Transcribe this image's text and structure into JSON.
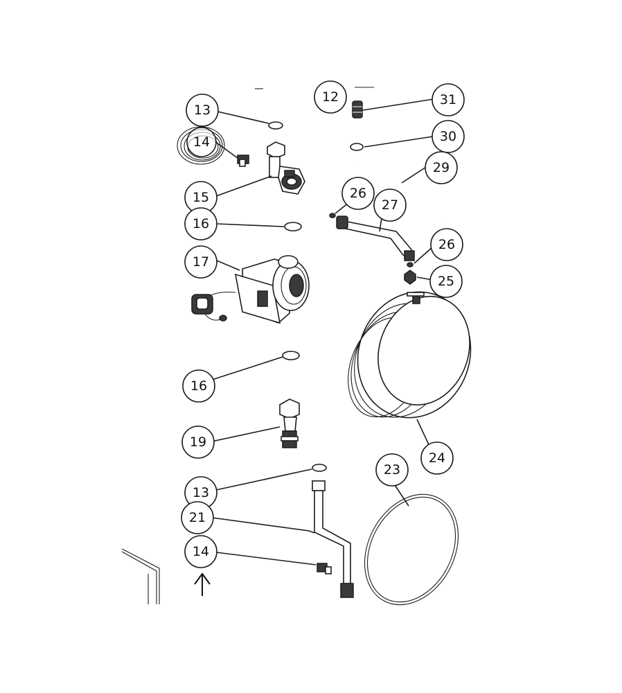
{
  "callouts": {
    "c12": "12",
    "c13a": "13",
    "c14a": "14",
    "c15": "15",
    "c16a": "16",
    "c17": "17",
    "c16b": "16",
    "c19": "19",
    "c13b": "13",
    "c21": "21",
    "c14b": "14",
    "c31": "31",
    "c30": "30",
    "c29": "29",
    "c26a": "26",
    "c27": "27",
    "c26b": "26",
    "c25": "25",
    "c24": "24",
    "c23": "23"
  }
}
